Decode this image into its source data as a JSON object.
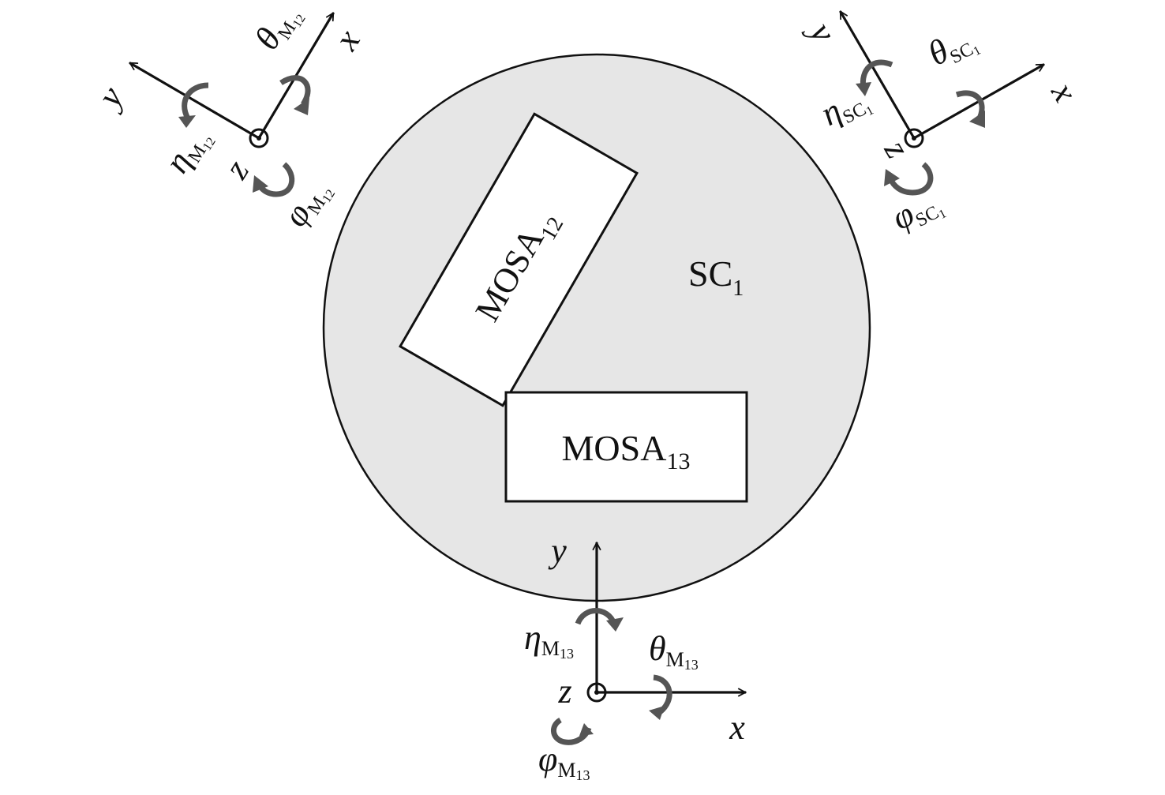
{
  "colors": {
    "spacecraft_fill": "#e6e6e6",
    "line": "#111111",
    "rotation_arrow": "#555555",
    "background": "#ffffff"
  },
  "spacecraft": {
    "label": "SC",
    "label_sub": "1"
  },
  "mosa12": {
    "label": "MOSA",
    "label_sub": "12"
  },
  "mosa13": {
    "label": "MOSA",
    "label_sub": "13"
  },
  "frames": {
    "m12": {
      "x": "x",
      "y": "y",
      "z": "z",
      "theta": {
        "sym": "θ",
        "sub": "M",
        "subsub": "12"
      },
      "eta": {
        "sym": "η",
        "sub": "M",
        "subsub": "12"
      },
      "phi": {
        "sym": "φ",
        "sub": "M",
        "subsub": "12"
      }
    },
    "sc1": {
      "x": "x",
      "y": "y",
      "z": "z",
      "theta": {
        "sym": "θ",
        "sub": "SC",
        "subsub": "1"
      },
      "eta": {
        "sym": "η",
        "sub": "SC",
        "subsub": "1"
      },
      "phi": {
        "sym": "φ",
        "sub": "SC",
        "subsub": "1"
      }
    },
    "m13": {
      "x": "x",
      "y": "y",
      "z": "z",
      "theta": {
        "sym": "θ",
        "sub": "M",
        "subsub": "13"
      },
      "eta": {
        "sym": "η",
        "sub": "M",
        "subsub": "13"
      },
      "phi": {
        "sym": "φ",
        "sub": "M",
        "subsub": "13"
      }
    }
  }
}
